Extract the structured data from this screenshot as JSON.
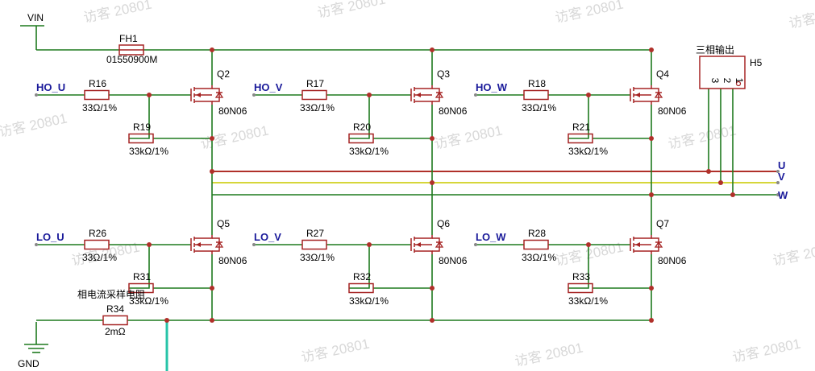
{
  "watermark": "访客 20801",
  "power": {
    "vin": "VIN",
    "gnd": "GND"
  },
  "fuse": {
    "ref": "FH1",
    "value": "01550900M"
  },
  "connector": {
    "ref": "H5",
    "title": "三相输出",
    "pins": [
      "3",
      "2",
      "1"
    ]
  },
  "outputs": [
    "U",
    "V",
    "W"
  ],
  "shunt": {
    "ref": "R34",
    "value": "2mΩ",
    "caption": "相电流采样电阻"
  },
  "phases": [
    {
      "high": {
        "net": "HO_U",
        "gate_r": "R16",
        "gate_val": "33Ω/1%",
        "pd_r": "R19",
        "pd_val": "33kΩ/1%",
        "q": "Q2",
        "part": "80N06"
      },
      "low": {
        "net": "LO_U",
        "gate_r": "R26",
        "gate_val": "33Ω/1%",
        "pd_r": "R31",
        "pd_val": "33kΩ/1%",
        "q": "Q5",
        "part": "80N06"
      }
    },
    {
      "high": {
        "net": "HO_V",
        "gate_r": "R17",
        "gate_val": "33Ω/1%",
        "pd_r": "R20",
        "pd_val": "33kΩ/1%",
        "q": "Q3",
        "part": "80N06"
      },
      "low": {
        "net": "LO_V",
        "gate_r": "R27",
        "gate_val": "33Ω/1%",
        "pd_r": "R32",
        "pd_val": "33kΩ/1%",
        "q": "Q6",
        "part": "80N06"
      }
    },
    {
      "high": {
        "net": "HO_W",
        "gate_r": "R18",
        "gate_val": "33Ω/1%",
        "pd_r": "R21",
        "pd_val": "33kΩ/1%",
        "q": "Q4",
        "part": "80N06"
      },
      "low": {
        "net": "LO_W",
        "gate_r": "R28",
        "gate_val": "33Ω/1%",
        "pd_r": "R33",
        "pd_val": "33kΩ/1%",
        "q": "Q7",
        "part": "80N06"
      }
    }
  ],
  "colors": {
    "wire": "#1e7a1e",
    "bus": "#b0302a",
    "component": "#a52323",
    "net_label": "#1a1a9a",
    "sense": "#27c4a8"
  }
}
